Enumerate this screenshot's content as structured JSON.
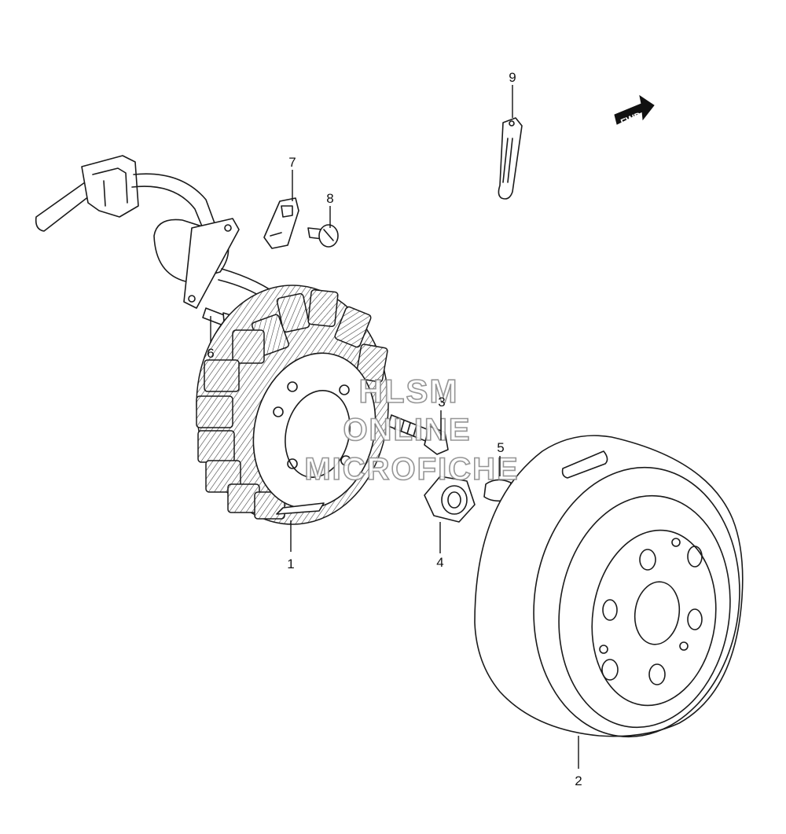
{
  "callouts": [
    {
      "id": "1",
      "label": "1"
    },
    {
      "id": "2",
      "label": "2"
    },
    {
      "id": "3",
      "label": "3"
    },
    {
      "id": "4",
      "label": "4"
    },
    {
      "id": "5",
      "label": "5"
    },
    {
      "id": "6",
      "label": "6"
    },
    {
      "id": "7",
      "label": "7"
    },
    {
      "id": "8",
      "label": "8"
    },
    {
      "id": "9",
      "label": "9"
    }
  ],
  "fwd_arrow": {
    "label": "FWD"
  },
  "watermark": {
    "line1": "HLSM",
    "line2": "ONLINE",
    "line3": "MICROFICHE"
  }
}
